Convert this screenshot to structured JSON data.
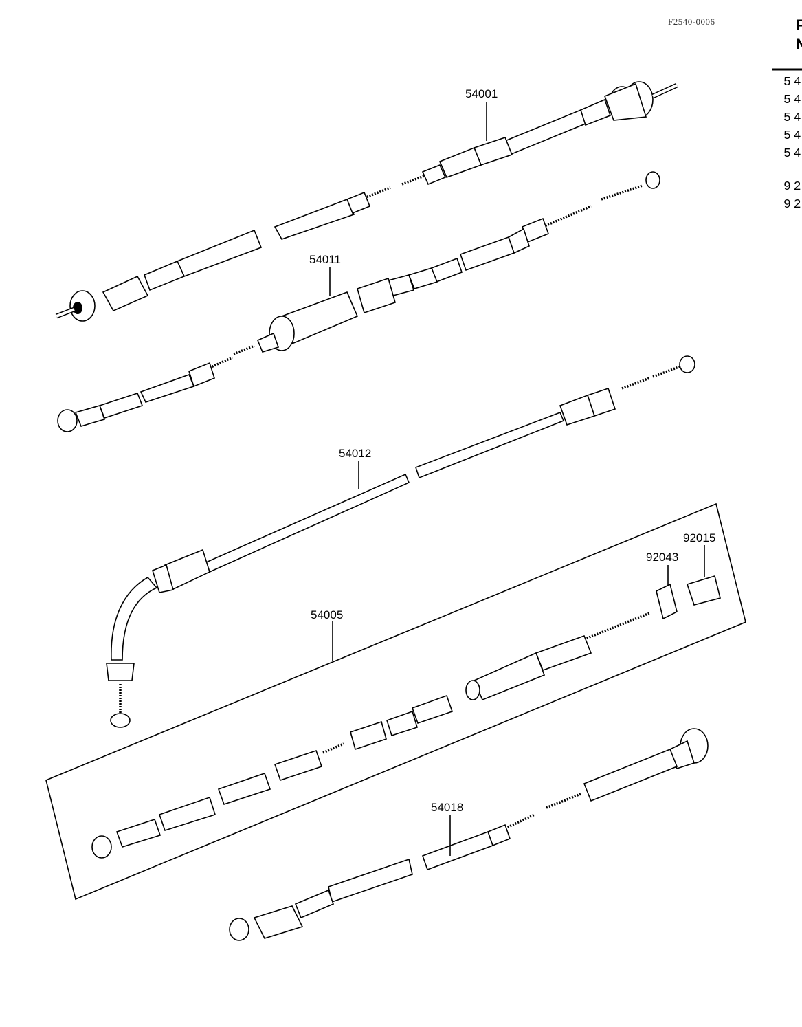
{
  "diagram_code": "F2540-0006",
  "side_table": {
    "header_lines": [
      "F",
      "N"
    ],
    "rows": [
      "54",
      "54",
      "54",
      "54",
      "54",
      "92",
      "92"
    ]
  },
  "parts": [
    {
      "id": "p54001",
      "label": "54001"
    },
    {
      "id": "p54011",
      "label": "54011"
    },
    {
      "id": "p54012",
      "label": "54012"
    },
    {
      "id": "p54005",
      "label": "54005"
    },
    {
      "id": "p92043",
      "label": "92043"
    },
    {
      "id": "p92015",
      "label": "92015"
    },
    {
      "id": "p54018",
      "label": "54018"
    }
  ]
}
